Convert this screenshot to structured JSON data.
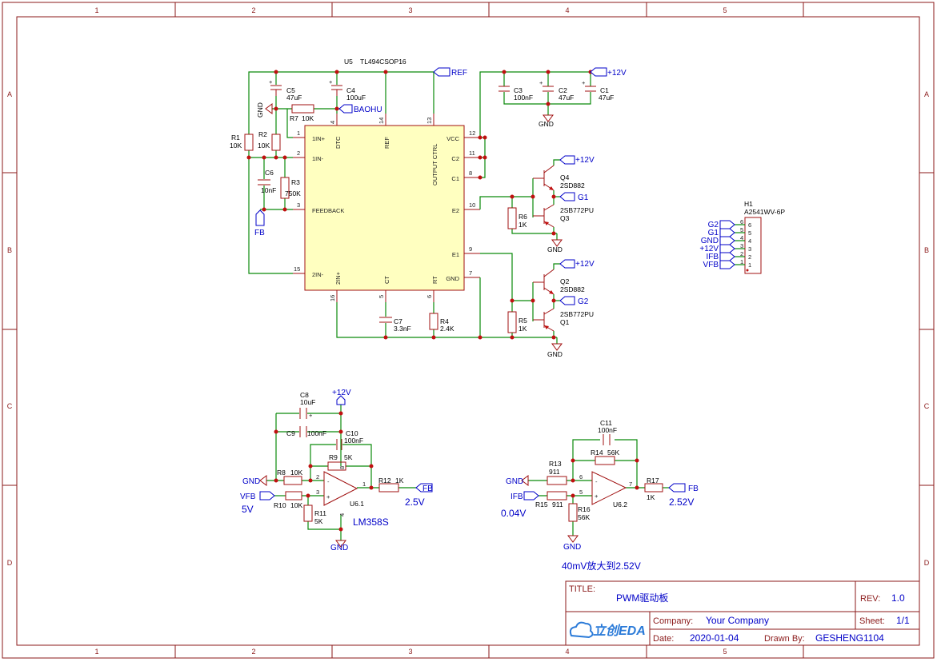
{
  "frame": {
    "cols": [
      "1",
      "2",
      "3",
      "4",
      "5"
    ],
    "rows": [
      "A",
      "B",
      "C",
      "D"
    ]
  },
  "u5": {
    "ref": "U5",
    "value": "TL494CSOP16",
    "pins": {
      "in1p": "1IN+",
      "in1m": "1IN-",
      "feedback": "FEEDBACK",
      "in2m": "2IN-",
      "dtc": "DTC",
      "ref": "REF",
      "outctrl": "OUTPUT CTRL",
      "vcc": "VCC",
      "c2": "C2",
      "c1": "C1",
      "e2": "E2",
      "e1": "E1",
      "gnd": "GND",
      "in2p": "2IN+",
      "ct": "CT",
      "rt": "RT"
    },
    "pin_numbers": {
      "p1": "1",
      "p2": "2",
      "p3": "3",
      "p15": "15",
      "p4": "4",
      "p14": "14",
      "p13": "13",
      "p12": "12",
      "p11": "11",
      "p8": "8",
      "p10": "10",
      "p9": "9",
      "p7": "7",
      "p16": "16",
      "p5": "5",
      "p6": "6"
    }
  },
  "parts": {
    "r1": {
      "ref": "R1",
      "value": "10K"
    },
    "r2": {
      "ref": "R2",
      "value": "10K"
    },
    "r3": {
      "ref": "R3",
      "value": "750K"
    },
    "r4": {
      "ref": "R4",
      "value": "2.4K"
    },
    "r5": {
      "ref": "R5",
      "value": "1K"
    },
    "r6": {
      "ref": "R6",
      "value": "1K"
    },
    "r7": {
      "ref": "R7",
      "value": "10K"
    },
    "r8": {
      "ref": "R8",
      "value": "10K"
    },
    "r9": {
      "ref": "R9",
      "value": "5K"
    },
    "r10": {
      "ref": "R10",
      "value": "10K"
    },
    "r11": {
      "ref": "R11",
      "value": "5K"
    },
    "r12": {
      "ref": "R12",
      "value": "1K"
    },
    "r13": {
      "ref": "R13",
      "value": "911"
    },
    "r14": {
      "ref": "R14",
      "value": "56K"
    },
    "r15": {
      "ref": "R15",
      "value": "911"
    },
    "r16": {
      "ref": "R16",
      "value": "56K"
    },
    "r17": {
      "ref": "R17",
      "value": "1K"
    },
    "c1": {
      "ref": "C1",
      "value": "47uF"
    },
    "c2": {
      "ref": "C2",
      "value": "47uF"
    },
    "c3": {
      "ref": "C3",
      "value": "100nF"
    },
    "c4": {
      "ref": "C4",
      "value": "100uF"
    },
    "c5": {
      "ref": "C5",
      "value": "47uF"
    },
    "c6": {
      "ref": "C6",
      "value": "10nF"
    },
    "c7": {
      "ref": "C7",
      "value": "3.3nF"
    },
    "c8": {
      "ref": "C8",
      "value": "10uF"
    },
    "c9": {
      "ref": "C9",
      "value": "100nF"
    },
    "c10": {
      "ref": "C10",
      "value": "100nF"
    },
    "c11": {
      "ref": "C11",
      "value": "100nF"
    },
    "q1": {
      "ref": "Q1",
      "value": "2SB772PU"
    },
    "q2": {
      "ref": "Q2",
      "value": "2SD882"
    },
    "q3": {
      "ref": "Q3",
      "value": "2SB772PU"
    },
    "q4": {
      "ref": "Q4",
      "value": "2SD882"
    },
    "h1": {
      "ref": "H1",
      "value": "A2541WV-6P"
    },
    "u61": {
      "ref": "U6.1",
      "value": "LM358S"
    },
    "u62": {
      "ref": "U6.2"
    }
  },
  "nets": {
    "ref": "REF",
    "v12": "+12V",
    "gnd": "GND",
    "baohu": "BAOHU",
    "fb": "FB",
    "g1": "G1",
    "g2": "G2",
    "vfb": "VFB",
    "ifb": "IFB"
  },
  "header": {
    "pins": [
      "6",
      "5",
      "4",
      "3",
      "2",
      "1"
    ],
    "labels": [
      "G2",
      "G1",
      "GND",
      "+12V",
      "IFB",
      "VFB"
    ]
  },
  "opamp": {
    "plus": "+",
    "minus": "-",
    "u61_pins": {
      "p1": "1",
      "p2": "2",
      "p3": "3",
      "p4": "4",
      "p8": "8"
    },
    "u62_pins": {
      "p5": "5",
      "p6": "6",
      "p7": "7"
    }
  },
  "notes": {
    "vfb_in": "5V",
    "fb_out1": "2.5V",
    "ifb_in": "0.04V",
    "fb_out2": "2.52V",
    "gain": "40mV放大到2.52V"
  },
  "title_block": {
    "title_label": "TITLE:",
    "title": "PWM驱动板",
    "rev_label": "REV:",
    "rev": "1.0",
    "company_label": "Company:",
    "company": "Your Company",
    "sheet_label": "Sheet:",
    "sheet": "1/1",
    "date_label": "Date:",
    "date": "2020-01-04",
    "drawn_label": "Drawn By:",
    "drawn": "GESHENG1104",
    "logo": "立创EDA"
  },
  "colors": {
    "frame": "#8b1a1a",
    "wire": "#0a8a0a",
    "part": "#a01010",
    "net": "#0000c8",
    "ic_fill": "#ffffc0"
  }
}
